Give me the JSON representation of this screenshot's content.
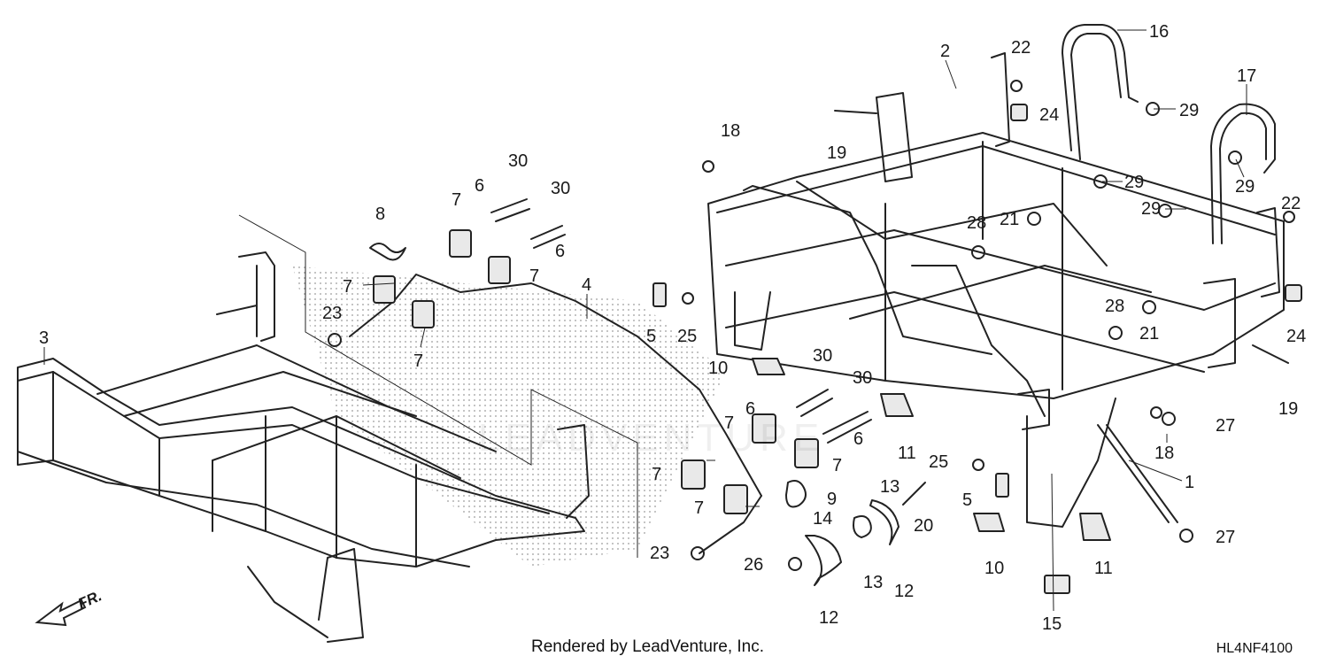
{
  "diagram": {
    "callouts": [
      {
        "id": "c1",
        "label": "1"
      },
      {
        "id": "c2",
        "label": "2"
      },
      {
        "id": "c3",
        "label": "3"
      },
      {
        "id": "c4",
        "label": "4"
      },
      {
        "id": "c5a",
        "label": "5"
      },
      {
        "id": "c5b",
        "label": "5"
      },
      {
        "id": "c6a",
        "label": "6"
      },
      {
        "id": "c6b",
        "label": "6"
      },
      {
        "id": "c6c",
        "label": "6"
      },
      {
        "id": "c6d",
        "label": "6"
      },
      {
        "id": "c7a",
        "label": "7"
      },
      {
        "id": "c7b",
        "label": "7"
      },
      {
        "id": "c7c",
        "label": "7"
      },
      {
        "id": "c7d",
        "label": "7"
      },
      {
        "id": "c7e",
        "label": "7"
      },
      {
        "id": "c7f",
        "label": "7"
      },
      {
        "id": "c7g",
        "label": "7"
      },
      {
        "id": "c7h",
        "label": "7"
      },
      {
        "id": "c8",
        "label": "8"
      },
      {
        "id": "c9",
        "label": "9"
      },
      {
        "id": "c10a",
        "label": "10"
      },
      {
        "id": "c10b",
        "label": "10"
      },
      {
        "id": "c11a",
        "label": "11"
      },
      {
        "id": "c11b",
        "label": "11"
      },
      {
        "id": "c12a",
        "label": "12"
      },
      {
        "id": "c12b",
        "label": "12"
      },
      {
        "id": "c13a",
        "label": "13"
      },
      {
        "id": "c13b",
        "label": "13"
      },
      {
        "id": "c14",
        "label": "14"
      },
      {
        "id": "c15",
        "label": "15"
      },
      {
        "id": "c16",
        "label": "16"
      },
      {
        "id": "c17",
        "label": "17"
      },
      {
        "id": "c18a",
        "label": "18"
      },
      {
        "id": "c18b",
        "label": "18"
      },
      {
        "id": "c19a",
        "label": "19"
      },
      {
        "id": "c19b",
        "label": "19"
      },
      {
        "id": "c20",
        "label": "20"
      },
      {
        "id": "c21a",
        "label": "21"
      },
      {
        "id": "c21b",
        "label": "21"
      },
      {
        "id": "c22a",
        "label": "22"
      },
      {
        "id": "c22b",
        "label": "22"
      },
      {
        "id": "c23a",
        "label": "23"
      },
      {
        "id": "c23b",
        "label": "23"
      },
      {
        "id": "c24a",
        "label": "24"
      },
      {
        "id": "c24b",
        "label": "24"
      },
      {
        "id": "c25a",
        "label": "25"
      },
      {
        "id": "c25b",
        "label": "25"
      },
      {
        "id": "c26",
        "label": "26"
      },
      {
        "id": "c27a",
        "label": "27"
      },
      {
        "id": "c27b",
        "label": "27"
      },
      {
        "id": "c28a",
        "label": "28"
      },
      {
        "id": "c28b",
        "label": "28"
      },
      {
        "id": "c29a",
        "label": "29"
      },
      {
        "id": "c29b",
        "label": "29"
      },
      {
        "id": "c29c",
        "label": "29"
      },
      {
        "id": "c29d",
        "label": "29"
      },
      {
        "id": "c30a",
        "label": "30"
      },
      {
        "id": "c30b",
        "label": "30"
      },
      {
        "id": "c30c",
        "label": "30"
      },
      {
        "id": "c30d",
        "label": "30"
      }
    ],
    "front_arrow_label": "FR.",
    "credit": "Rendered by LeadVenture, Inc.",
    "code": "HL4NF4100",
    "watermark": "LEADVENTURE"
  }
}
